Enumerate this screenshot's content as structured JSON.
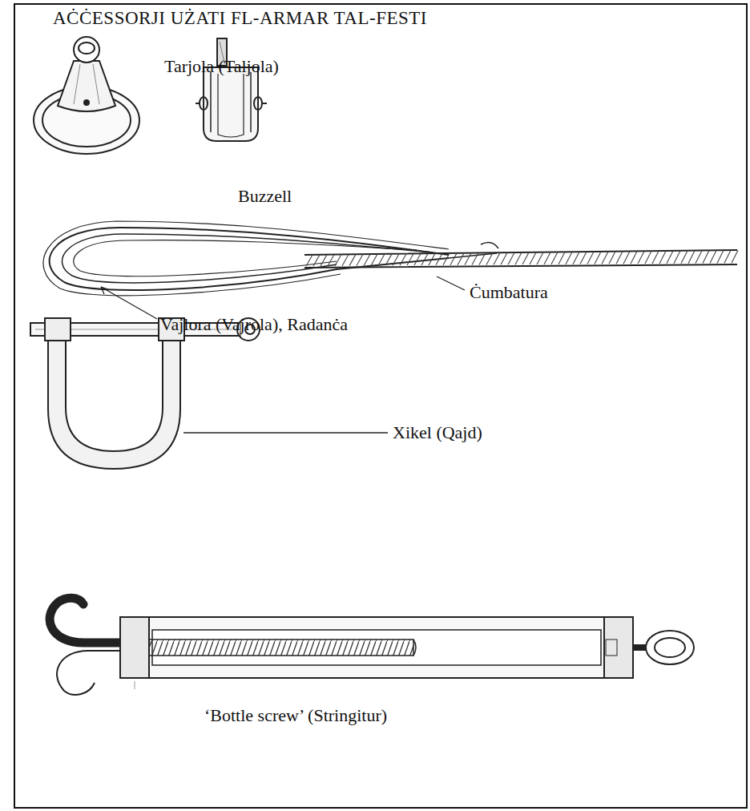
{
  "diagram": {
    "title": "AĊĊESSORJI UŻATI FL-ARMAR TAL-FESTI",
    "labels": [
      "Tarjola (Taljola)",
      "Buzzell",
      "Ċumbatura",
      "Vajlora (Vajrola), Radanċa",
      "Xikel (Qajd)",
      "‘Bottle screw’ (Stringitur)"
    ]
  }
}
